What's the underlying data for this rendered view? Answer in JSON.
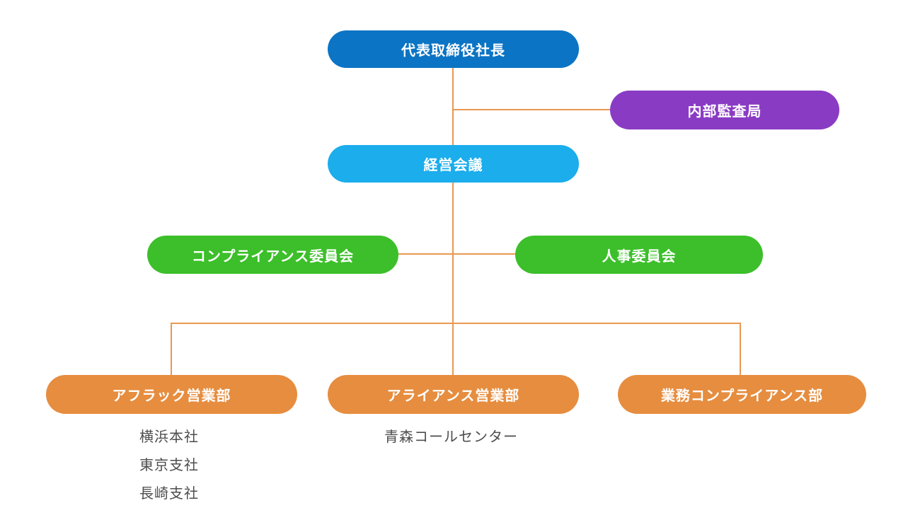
{
  "colors": {
    "president_blue": "#0b74c4",
    "audit_purple": "#8a3bc4",
    "meeting_cyan": "#1badec",
    "committee_green": "#3cbf2a",
    "department_orange": "#e68d3f",
    "connector_orange": "#ea9850",
    "location_text_gray": "#4d4d4d"
  },
  "org_chart": {
    "nodes": {
      "president": {
        "label": "代表取締役社長"
      },
      "internal_audit": {
        "label": "内部監査局"
      },
      "management_meeting": {
        "label": "経営会議"
      },
      "compliance_committee": {
        "label": "コンプライアンス委員会"
      },
      "hr_committee": {
        "label": "人事委員会"
      },
      "aflac_sales": {
        "label": "アフラック営業部"
      },
      "alliance_sales": {
        "label": "アライアンス営業部"
      },
      "business_compliance": {
        "label": "業務コンプライアンス部"
      }
    },
    "aflac_sales_locations": [
      "横浜本社",
      "東京支社",
      "長崎支社"
    ],
    "alliance_sales_locations": [
      "青森コールセンター"
    ]
  }
}
